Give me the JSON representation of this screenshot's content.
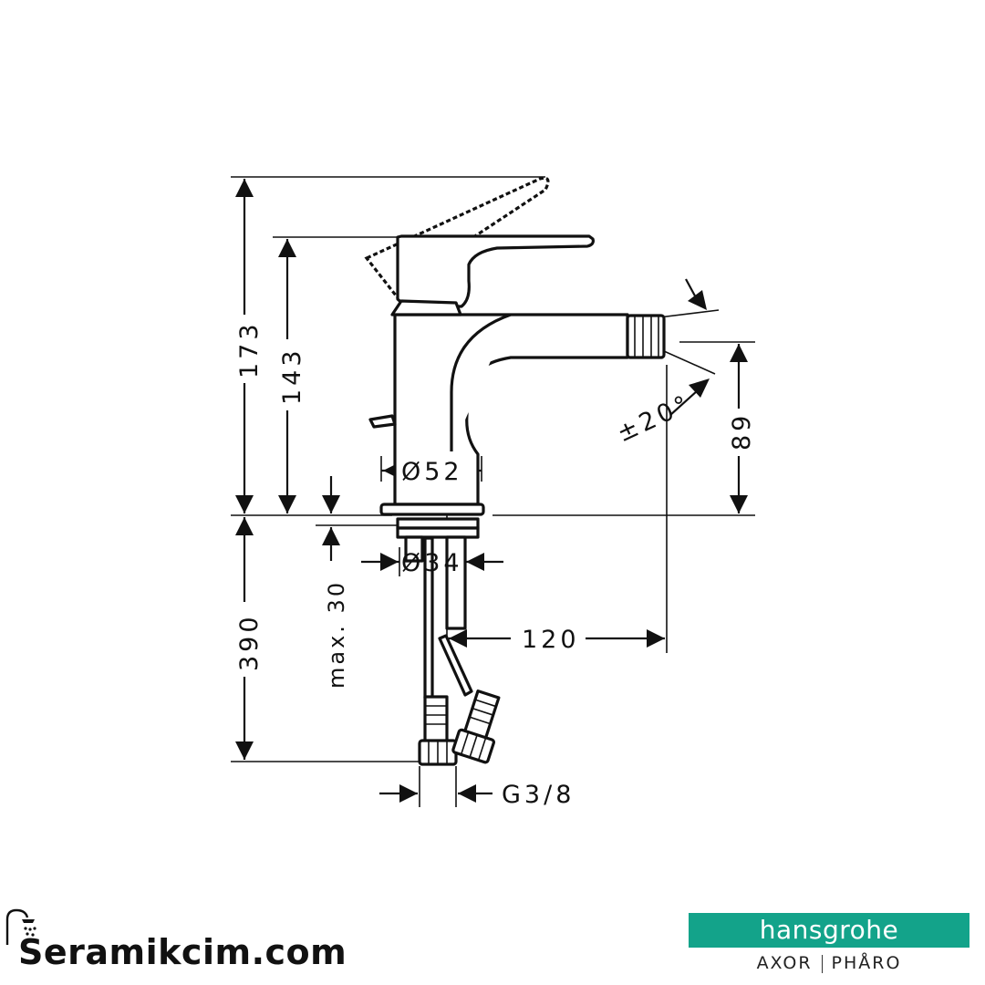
{
  "drawing": {
    "dimensions": {
      "total_height": "173",
      "lever_height": "143",
      "spout_height": "89",
      "below_deck": "390",
      "deck_thickness": "max. 30",
      "body_diameter": "Ø52",
      "shank_diameter": "Ø34",
      "projection": "120",
      "swivel": "±20°",
      "connection": "G3/8"
    }
  },
  "footer": {
    "watermark": "Seramikcim.com",
    "brand": "hansgrohe",
    "sub_left": "AXOR",
    "sub_right": "PHÅRO"
  },
  "colors": {
    "brand_bar": "#13a38a",
    "ink": "#111111"
  }
}
